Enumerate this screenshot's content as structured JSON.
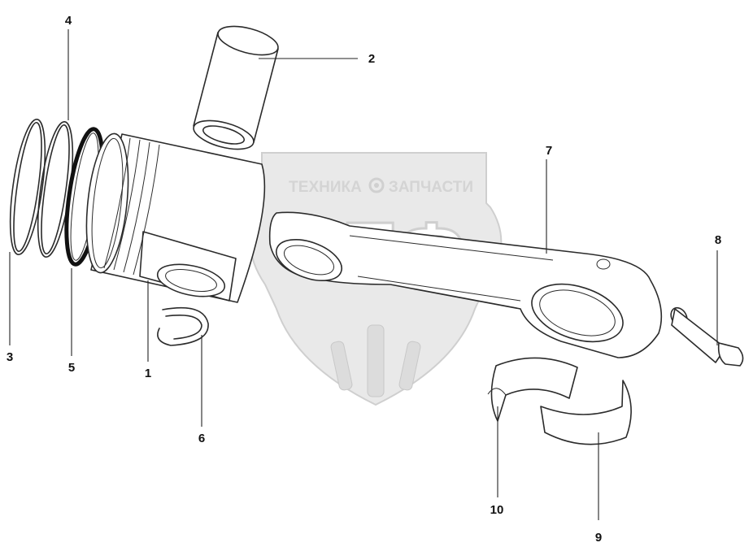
{
  "watermark": {
    "top_left": "ТЕХНИКА",
    "top_right": "ЗАПЧАСТИ",
    "logo": "ЭПФ"
  },
  "labels": {
    "p1": "1",
    "p2": "2",
    "p3": "3",
    "p4": "4",
    "p5": "5",
    "p6": "6",
    "p7": "7",
    "p8": "8",
    "p9": "9",
    "p10": "10"
  },
  "colors": {
    "line": "#2b2b2b",
    "watermark": "#d4d4d4"
  }
}
